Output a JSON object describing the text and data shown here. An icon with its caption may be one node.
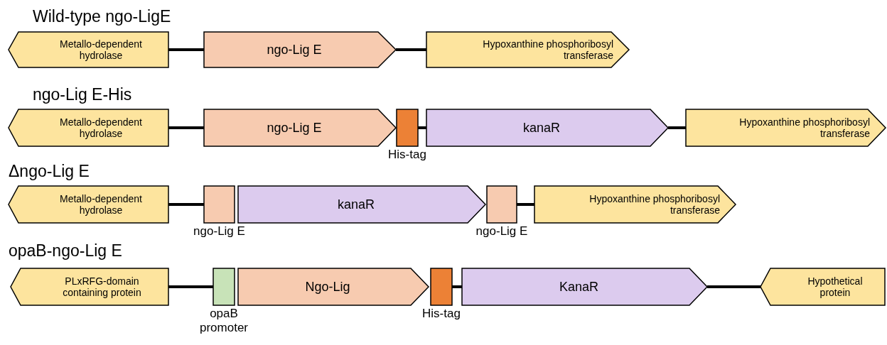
{
  "diagram": {
    "nodes": [
      {
        "text": [
          "Metallo-dependent hydrolase"
        ]
      },
      {
        "text": [
          "ngo-Lig E"
        ]
      },
      {
        "text": [
          "Hypoxanthine phosphoribosyl transferase"
        ]
      },
      {
        "text": [
          "Metallo-dependent hydrolase"
        ]
      },
      {
        "text": [
          "ngo-Lig E"
        ]
      },
      {
        "text": [],
        "shape": "box",
        "beside": [
          "His-tag"
        ]
      },
      {
        "text": [
          "kanaR"
        ]
      },
      {
        "text": [
          "Hypoxanthine phosphoribosyl transferase"
        ]
      },
      {
        "text": [
          "Metallo-dependent hydrolase"
        ]
      },
      {
        "text": [],
        "shape": "box",
        "beside": [
          "ngo-Lig E"
        ]
      },
      {
        "text": [
          "kanaR"
        ]
      },
      {
        "text": [],
        "shape": "box",
        "beside": [
          "ngo-Lig E"
        ]
      },
      {
        "text": [
          "Hypoxanthine phosphoribosyl transferase"
        ]
      },
      {
        "text": [
          "PLxRFG-domain containing protein"
        ]
      },
      {
        "text": [],
        "shape": "box",
        "beside": [
          "opaB promoter"
        ]
      },
      {
        "text": [
          "Ngo-Lig"
        ]
      },
      {
        "text": [],
        "shape": "box",
        "beside": [
          "His-tag"
        ]
      },
      {
        "text": [
          "KanaR"
        ]
      },
      {
        "text": [
          "Hypothetical protein"
        ]
      }
    ],
    "edges": [
      {
        "from": 0,
        "to": 1,
        "arrow": "none"
      },
      {
        "from": 1,
        "to": 2,
        "arrow": "none"
      },
      {
        "from": 3,
        "to": 4,
        "arrow": "none"
      },
      {
        "from": 5,
        "to": 6,
        "arrow": "none"
      },
      {
        "from": 6,
        "to": 7,
        "arrow": "none"
      },
      {
        "from": 8,
        "to": 9,
        "arrow": "none"
      },
      {
        "from": 11,
        "to": 12,
        "arrow": "none"
      },
      {
        "from": 13,
        "to": 14,
        "arrow": "none"
      },
      {
        "from": 16,
        "to": 17,
        "arrow": "none"
      },
      {
        "from": 17,
        "to": 18,
        "arrow": "none"
      }
    ],
    "labels": [
      "Wild-type ngo-LigE",
      "ngo-Lig E-His",
      "Δngo-Lig E",
      "opaB-ngo-Lig E"
    ]
  }
}
